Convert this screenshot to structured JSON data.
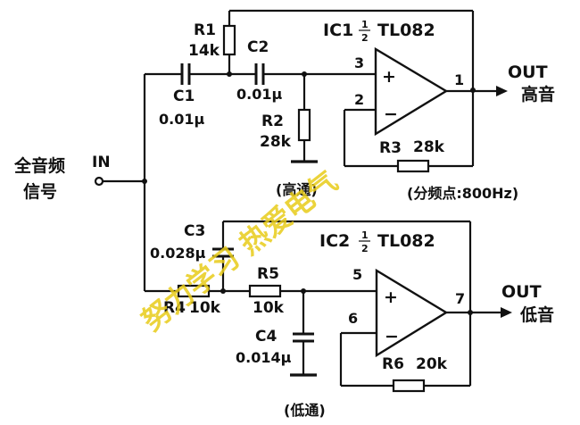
{
  "labels": {
    "input_title_1": "全音频",
    "input_title_2": "信号",
    "input": "IN",
    "r1": "R1",
    "r1_val": "14k",
    "c1": "C1",
    "c1_val": "0.01μ",
    "c2": "C2",
    "c2_val": "0.01μ",
    "r2": "R2",
    "r2_val": "28k",
    "ic1_prefix": "IC1",
    "ic1_part": "TL082",
    "frac_num": "1",
    "frac_den": "2",
    "pin3": "3",
    "pin2": "2",
    "pin1": "1",
    "plus": "+",
    "minus": "−",
    "out_high": "OUT",
    "out_high_note": "高音",
    "r3": "R3",
    "r3_val": "28k",
    "high_pass": "(高通)",
    "crossover": "(分频点:800Hz)",
    "c3": "C3",
    "c3_val": "0.028μ",
    "ic2_prefix": "IC2",
    "ic2_part": "TL082",
    "r4": "R4",
    "r4_val": "10k",
    "r5": "R5",
    "r5_val": "10k",
    "pin5": "5",
    "pin6": "6",
    "pin7": "7",
    "out_low": "OUT",
    "out_low_note": "低音",
    "c4": "C4",
    "c4_val": "0.014μ",
    "r6": "R6",
    "r6_val": "20k",
    "low_pass": "(低通)"
  },
  "watermark": {
    "text": "努力学习 热爱电气",
    "color": "#e8cc1a"
  }
}
